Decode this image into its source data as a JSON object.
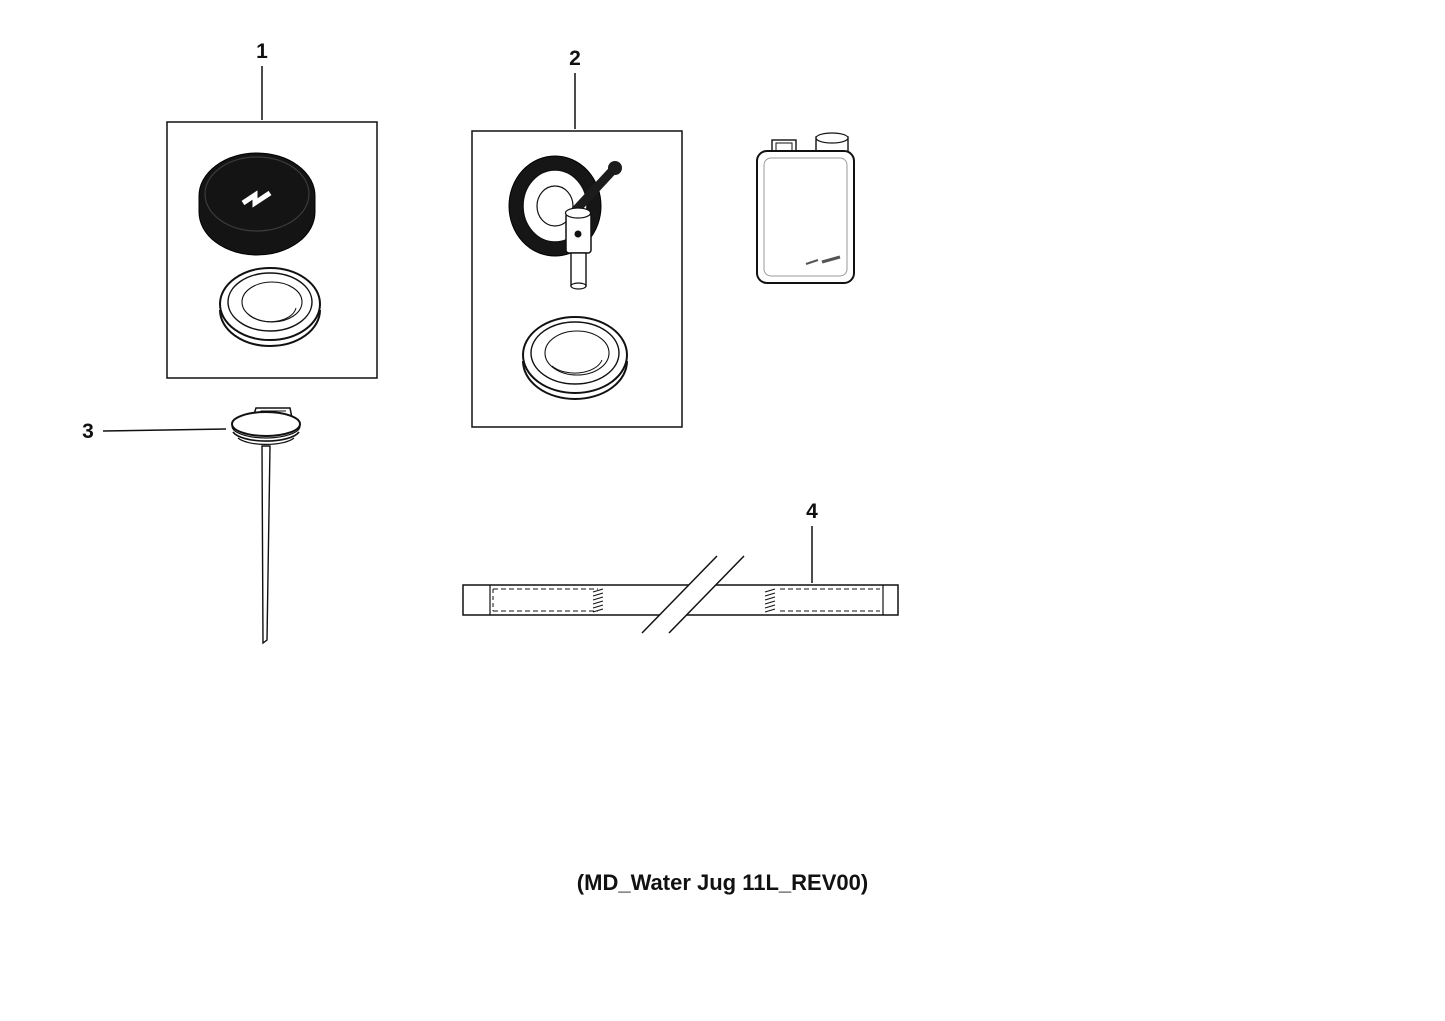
{
  "page": {
    "background": "#ffffff",
    "ink_color": "#111111",
    "caption": "(MD_Water Jug 11L_REV00)"
  },
  "diagram": {
    "callouts": [
      {
        "label": "1"
      },
      {
        "label": "2"
      },
      {
        "label": "3"
      },
      {
        "label": "4"
      }
    ]
  }
}
